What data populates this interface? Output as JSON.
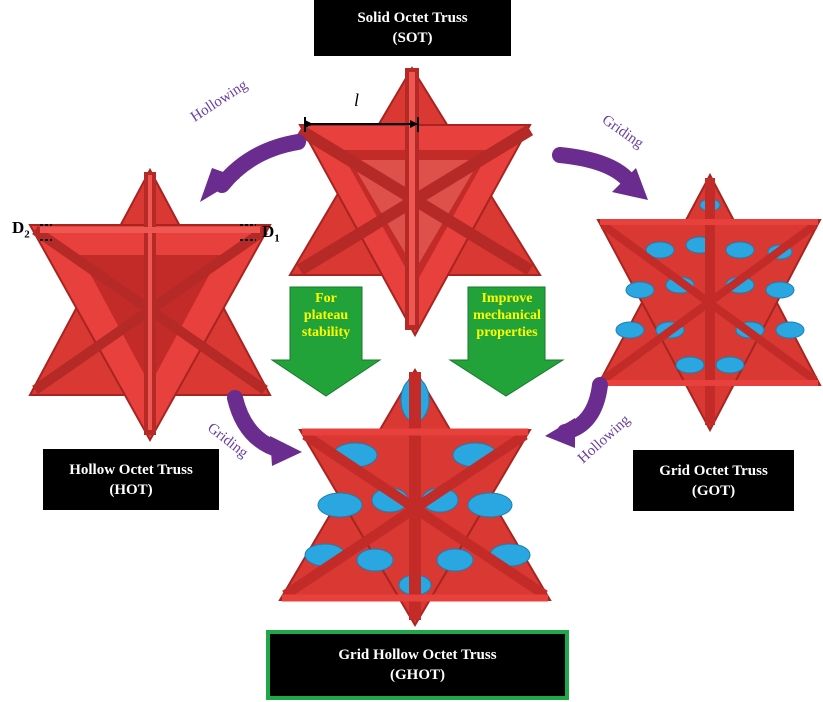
{
  "boxes": {
    "sot": {
      "line1": "Solid Octet Truss",
      "line2": "(SOT)"
    },
    "hot": {
      "line1": "Hollow Octet Truss",
      "line2": "(HOT)"
    },
    "got": {
      "line1": "Grid Octet Truss",
      "line2": "(GOT)"
    },
    "ghot": {
      "line1": "Grid Hollow Octet Truss",
      "line2": "(GHOT)"
    }
  },
  "arrows": {
    "top_left": "Hollowing",
    "top_right": "Griding",
    "bottom_left": "Griding",
    "bottom_right": "Hollowing",
    "center_left": [
      "For",
      "plateau",
      "stability"
    ],
    "center_right": [
      "Improve",
      "mechanical",
      "properties"
    ]
  },
  "dimensions": {
    "length": "l",
    "d2_base": "D",
    "d2_sub": "2",
    "d1_base": "D",
    "d1_sub": "1"
  },
  "colors": {
    "truss_red": "#e8413d",
    "grid_blue": "#2aa7e0",
    "arrow_purple": "#6a2c8e",
    "arrow_green": "#22a33a",
    "green_text": "#ffff00",
    "ghot_border": "#1fa84a"
  }
}
